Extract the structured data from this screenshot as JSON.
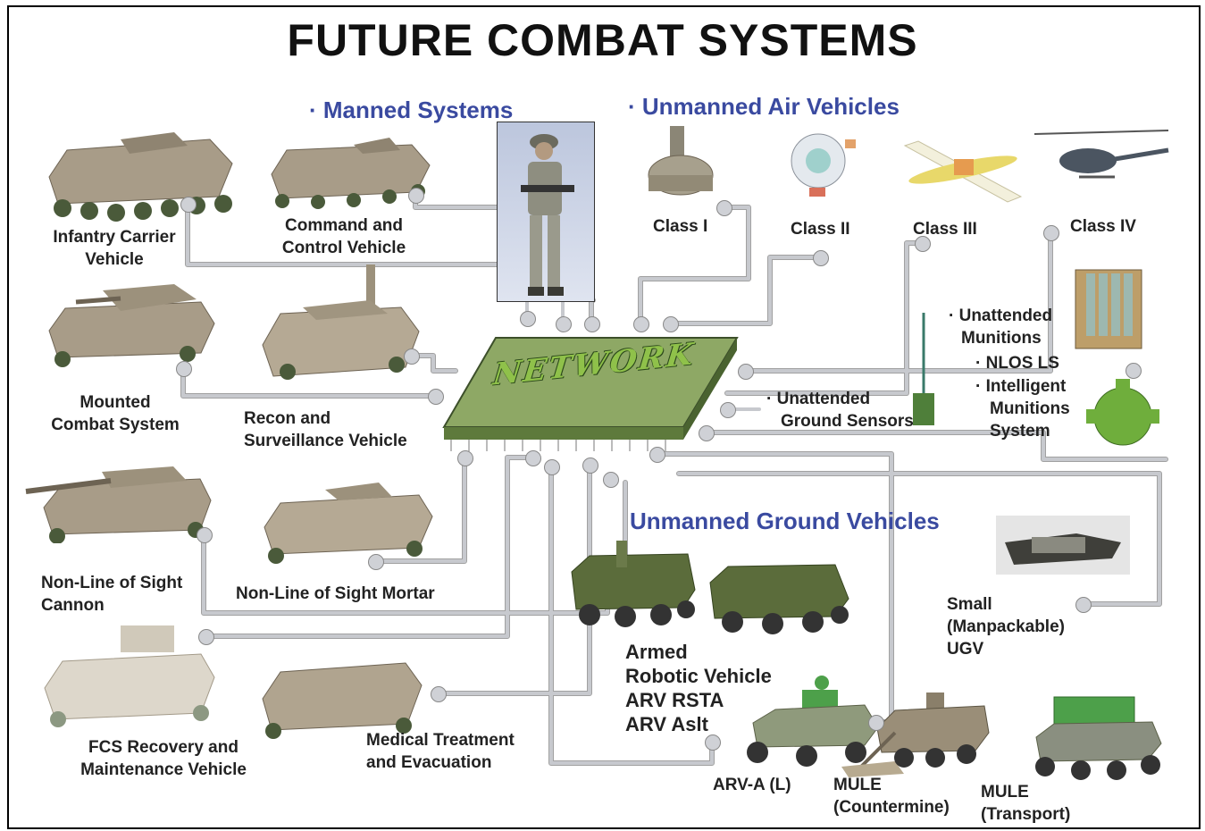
{
  "title": "FUTURE COMBAT SYSTEMS",
  "headers": {
    "manned": "Manned Systems",
    "uav": "Unmanned Air Vehicles",
    "ugv": "Unmanned Ground Vehicles"
  },
  "network": {
    "label": "NETWORK"
  },
  "manned_systems": {
    "icv": [
      "Infantry Carrier",
      "Vehicle"
    ],
    "c2v": [
      "Command and",
      "Control Vehicle"
    ],
    "mcs": [
      "Mounted",
      "Combat System"
    ],
    "rsv": [
      "Recon and",
      "Surveillance Vehicle"
    ],
    "nlosc": [
      "Non-Line of Sight",
      "Cannon"
    ],
    "nlosm": "Non-Line of Sight Mortar",
    "frmv": [
      "FCS Recovery and",
      "Maintenance Vehicle"
    ],
    "mtev": [
      "Medical Treatment",
      "and Evacuation"
    ]
  },
  "uav": {
    "class1": "Class I",
    "class2": "Class II",
    "class3": "Class III",
    "class4": "Class IV"
  },
  "unattended": {
    "munitions": [
      "Unattended",
      "Munitions"
    ],
    "nlos_ls": "NLOS LS",
    "intelligent": [
      "Intelligent",
      "Munitions",
      "System"
    ],
    "sensors": [
      "Unattended",
      "Ground Sensors"
    ]
  },
  "ugv": {
    "arv": [
      "Armed",
      "Robotic Vehicle",
      "ARV RSTA",
      "ARV Aslt"
    ],
    "arv_a": "ARV-A (L)",
    "mule_cm": [
      "MULE",
      "(Countermine)"
    ],
    "mule_t": [
      "MULE",
      "(Transport)"
    ],
    "small": [
      "Small",
      "(Manpackable)",
      "UGV"
    ]
  },
  "colors": {
    "header_blue": "#3a4aa0",
    "vehicle_tan": "#a89c88",
    "chip_green": "#8ea865",
    "wire": "#c7c9ce",
    "wire_dark": "#555555"
  }
}
